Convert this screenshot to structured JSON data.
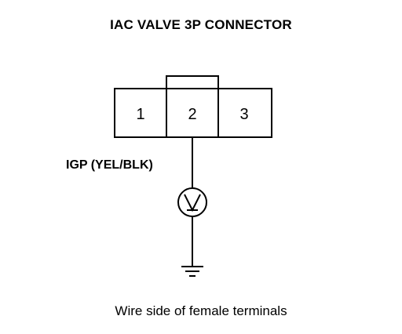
{
  "title": "IAC VALVE 3P CONNECTOR",
  "connector": {
    "terminals": [
      "1",
      "2",
      "3"
    ],
    "measured_terminal": "2"
  },
  "signal_label": "IGP (YEL/BLK)",
  "meter": {
    "type": "voltmeter",
    "symbol": "V"
  },
  "ground": {
    "symbol": "ground-icon"
  },
  "caption": "Wire side of female terminals"
}
